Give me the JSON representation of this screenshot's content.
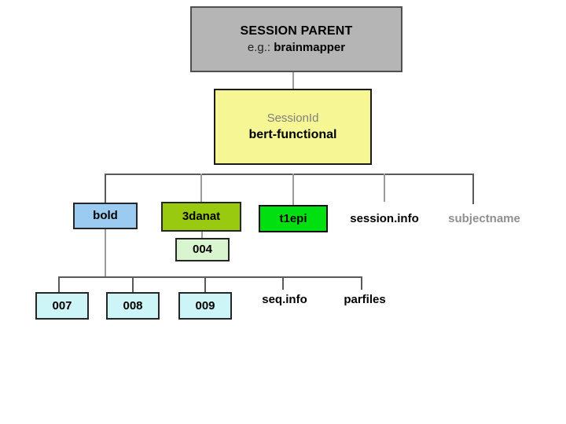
{
  "diagram": {
    "root": {
      "title": "SESSION PARENT",
      "example_prefix": "e.g.: ",
      "example_value": "brainmapper"
    },
    "session": {
      "label": "SessionId",
      "value": "bert-functional"
    },
    "session_children": {
      "bold": {
        "label": "bold"
      },
      "anat": {
        "label": "3danat"
      },
      "t1epi": {
        "label": "t1epi"
      },
      "session_info": {
        "label": "session.info"
      },
      "subject_name": {
        "label": "subjectname"
      }
    },
    "anat_children": {
      "scan_004": {
        "label": "004"
      }
    },
    "bold_children": {
      "run_007": {
        "label": "007"
      },
      "run_008": {
        "label": "008"
      },
      "run_009": {
        "label": "009"
      },
      "seq_info": {
        "label": "seq.info"
      },
      "parfiles": {
        "label": "parfiles"
      }
    },
    "colors": {
      "root_fill": "#b5b5b5",
      "session_fill": "#f6f694",
      "bold_fill": "#9bcbf0",
      "anat_fill": "#99ca10",
      "t1epi_fill": "#00e010",
      "scan_fill": "#d8f5d0",
      "run_fill": "#cdf4f6",
      "muted_text": "#8f8f8f",
      "line": "#5a5a5a"
    }
  }
}
